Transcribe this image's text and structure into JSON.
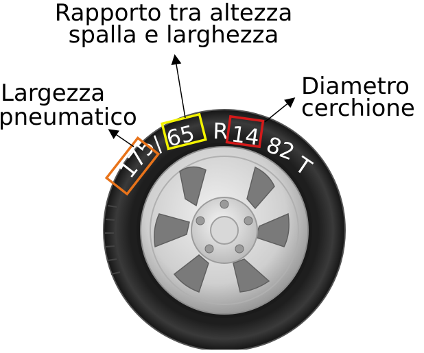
{
  "labels": {
    "aspect_ratio": {
      "line1": "Rapporto tra altezza",
      "line2": "spalla e larghezza"
    },
    "tire_width": {
      "line1": "Largezza",
      "line2": "pneumatico"
    },
    "rim_diameter": {
      "line1": "Diametro",
      "line2": "cerchione"
    }
  },
  "sidewall": {
    "width": "175",
    "slash": "/",
    "aspect": "65",
    "construction": "R",
    "rim": "14",
    "load_index": "82",
    "speed_rating": "T"
  },
  "colors": {
    "width_box": "#e8731a",
    "aspect_box": "#f2f200",
    "rim_box": "#d41a1a",
    "tire": "#2b2b2b",
    "rim_metal": "#c8c8c8"
  }
}
